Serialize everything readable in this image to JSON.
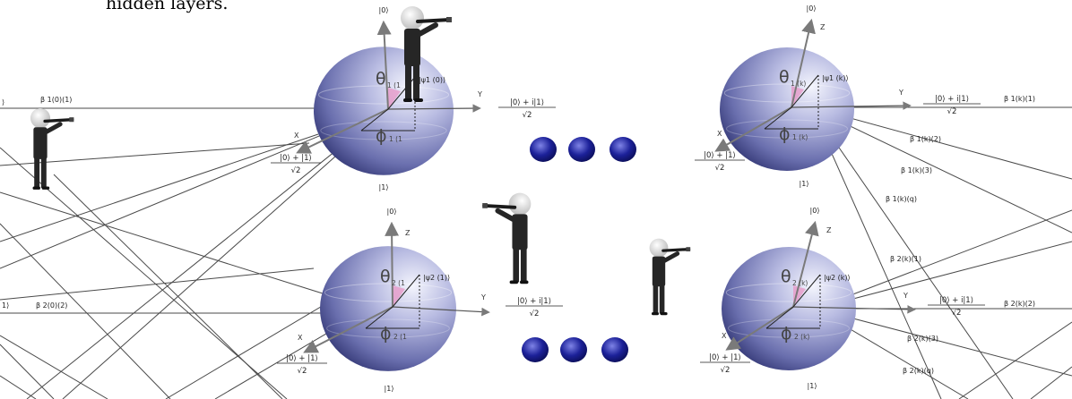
{
  "caption": "hidden layers.",
  "spheres": [
    {
      "id": "q1-0",
      "top_ket": "|0⟩",
      "bottom_ket": "|1⟩",
      "axis_z": "",
      "axis_y": "Y",
      "axis_x": "X",
      "theta": "θ",
      "theta_sub": "1 (1",
      "phi": "ϕ",
      "phi_sub": "1 (1",
      "psi": "|ψ1 (0)⟩",
      "y_state_num": "|0⟩ + i|1⟩",
      "y_state_den": "√2",
      "x_state_num": "|0⟩ + |1⟩",
      "x_state_den": "√2"
    },
    {
      "id": "q1-k",
      "top_ket": "|0⟩",
      "bottom_ket": "|1⟩",
      "axis_z": "Z",
      "axis_y": "Y",
      "axis_x": "X",
      "theta": "θ",
      "theta_sub": "1 (k)",
      "phi": "ϕ",
      "phi_sub": "1 (k)",
      "psi": "|ψ1 (k)⟩",
      "y_state_num": "|0⟩ + i|1⟩",
      "y_state_den": "√2",
      "x_state_num": "|0⟩ + |1⟩",
      "x_state_den": "√2"
    },
    {
      "id": "q2-0",
      "top_ket": "|0⟩",
      "bottom_ket": "|1⟩",
      "axis_z": "Z",
      "axis_y": "Y",
      "axis_x": "X",
      "theta": "θ",
      "theta_sub": "2 (1",
      "phi": "ϕ",
      "phi_sub": "2 (1",
      "psi": "|ψ2 (1)⟩",
      "y_state_num": "|0⟩ + i|1⟩",
      "y_state_den": "√2",
      "x_state_num": "|0⟩ + |1⟩",
      "x_state_den": "√2"
    },
    {
      "id": "q2-k",
      "top_ket": "|0⟩",
      "bottom_ket": "|1⟩",
      "axis_z": "Z",
      "axis_y": "Y",
      "axis_x": "X",
      "theta": "θ",
      "theta_sub": "2 (k)",
      "phi": "ϕ",
      "phi_sub": "2 (k)",
      "psi": "|ψ2 (k)⟩",
      "y_state_num": "|0⟩ + i|1⟩",
      "y_state_den": "√2",
      "x_state_num": "|0⟩ + |1⟩",
      "x_state_den": "√2"
    }
  ],
  "weights": {
    "b1_0_1": "β 1(0)(1)",
    "b2_0_2": "β 2(0)(2)",
    "b1_k_1": "β 1(k)(1)",
    "b1_k_2": "β 1(k)(2)",
    "b1_k_3": "β 1(k)(3)",
    "b1_k_q": "β 1(k)(q)",
    "b2_k_1": "β 2(k)(1)",
    "b2_k_2": "β 2(k)(2)",
    "b2_k_3": "β 2(k)(3)",
    "b2_k_q": "β 2(k)(q)",
    "left_ket_1": "⟩",
    "left_ket_2": "1⟩"
  },
  "colors": {
    "sphere_light": "#eef0fb",
    "sphere_mid": "#8c90c6",
    "sphere_dark": "#2e3270",
    "dot": "#1b1f8a",
    "arrow": "#808080",
    "angle_fill": "#e79ac8",
    "figure_head": "#d8d8d8",
    "figure_suit": "#262626"
  }
}
